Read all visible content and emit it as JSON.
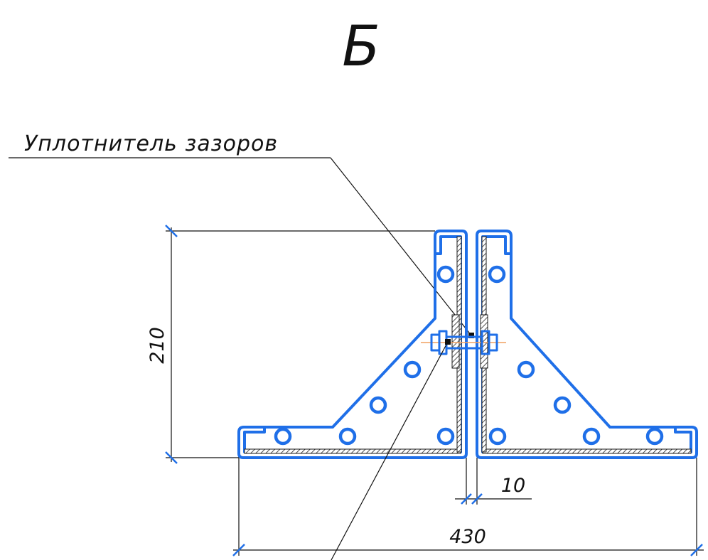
{
  "view_label": "Б",
  "callout": {
    "label": "Уплотнитель зазоров"
  },
  "dimensions": {
    "height": "210",
    "gap": "10",
    "total_width": "430"
  },
  "colors": {
    "part_outline": "#1f6fe8",
    "lines": "#111111",
    "axis": "#f0a060"
  }
}
